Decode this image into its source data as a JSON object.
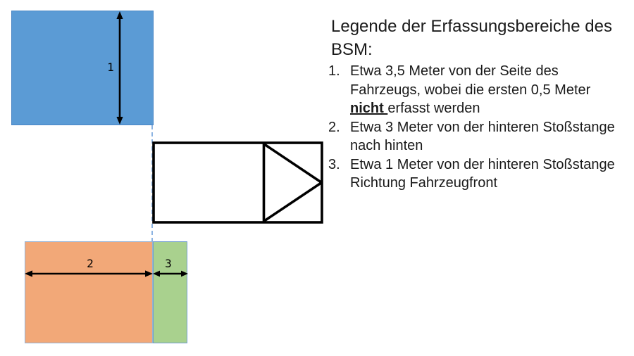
{
  "legend": {
    "title": "Legende der Erfassungsbereiche des BSM:",
    "items": [
      {
        "num": "1.",
        "before": "Etwa 3,5 Meter von der Seite des Fahrzeugs, wobei die ersten 0,5 Meter ",
        "emphasis": "nicht ",
        "after": "erfasst werden"
      },
      {
        "num": "2.",
        "text": "Etwa 3 Meter von der hinteren Stoßstange nach hinten"
      },
      {
        "num": "3.",
        "text": "Etwa 1 Meter von der hinteren Stoßstange Richtung Fahrzeugfront"
      }
    ]
  },
  "diagram": {
    "zones": [
      {
        "label": "1",
        "color": "#5B9BD5"
      },
      {
        "label": "2",
        "color": "#F2A878"
      },
      {
        "label": "3",
        "color": "#A9D18E"
      }
    ],
    "dashed_line_color": "#8DB4E2",
    "vehicle_outline_color": "#000000"
  }
}
